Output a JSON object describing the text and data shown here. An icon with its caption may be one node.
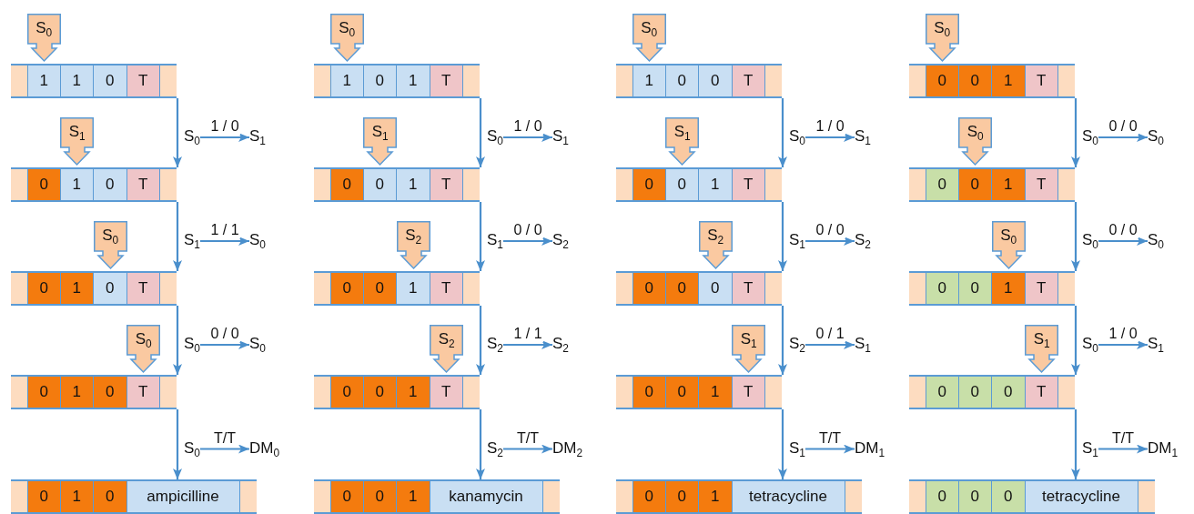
{
  "diagram": {
    "nodes": [
      {
        "text": [
          "S$_{0}$"
        ]
      },
      {
        "text": [],
        "shape": "bar"
      },
      {
        "text": [
          "1"
        ],
        "in": 1
      },
      {
        "text": [
          "1"
        ],
        "in": 1
      },
      {
        "text": [
          "0"
        ],
        "in": 1
      },
      {
        "text": [
          "T"
        ],
        "in": 1
      },
      {
        "text": [
          "S$_{0}$"
        ]
      },
      {
        "text": [
          "S$_{1}$"
        ]
      },
      {
        "text": [
          "S$_{1}$"
        ]
      },
      {
        "text": [],
        "shape": "bar"
      },
      {
        "text": [
          "0"
        ],
        "in": 9
      },
      {
        "text": [
          "1"
        ],
        "in": 9
      },
      {
        "text": [
          "0"
        ],
        "in": 9
      },
      {
        "text": [
          "T"
        ],
        "in": 9
      },
      {
        "text": [
          "S$_{1}$"
        ]
      },
      {
        "text": [
          "S$_{0}$"
        ]
      },
      {
        "text": [
          "S$_{0}$"
        ]
      },
      {
        "text": [],
        "shape": "bar"
      },
      {
        "text": [
          "0"
        ],
        "in": 17
      },
      {
        "text": [
          "1"
        ],
        "in": 17
      },
      {
        "text": [
          "0"
        ],
        "in": 17
      },
      {
        "text": [
          "T"
        ],
        "in": 17
      },
      {
        "text": [
          "S$_{0}$"
        ]
      },
      {
        "text": [
          "S$_{0}$"
        ]
      },
      {
        "text": [
          "S$_{0}$"
        ]
      },
      {
        "text": [],
        "shape": "bar"
      },
      {
        "text": [
          "0"
        ],
        "in": 25
      },
      {
        "text": [
          "1"
        ],
        "in": 25
      },
      {
        "text": [
          "0"
        ],
        "in": 25
      },
      {
        "text": [
          "T"
        ],
        "in": 25
      },
      {
        "text": [
          "S$_{0}$"
        ]
      },
      {
        "text": [
          "DM$_{0}$"
        ]
      },
      {
        "text": [],
        "shape": "bar"
      },
      {
        "text": [
          "0"
        ],
        "in": 32
      },
      {
        "text": [
          "1"
        ],
        "in": 32
      },
      {
        "text": [
          "0"
        ],
        "in": 32
      },
      {
        "text": [
          "ampicilline"
        ],
        "in": 32
      },
      {
        "text": [
          "S$_{0}$"
        ]
      },
      {
        "text": [],
        "shape": "bar"
      },
      {
        "text": [
          "1"
        ],
        "in": 38
      },
      {
        "text": [
          "0"
        ],
        "in": 38
      },
      {
        "text": [
          "1"
        ],
        "in": 38
      },
      {
        "text": [
          "T"
        ],
        "in": 38
      },
      {
        "text": [
          "S$_{0}$"
        ]
      },
      {
        "text": [
          "S$_{1}$"
        ]
      },
      {
        "text": [
          "S$_{1}$"
        ]
      },
      {
        "text": [],
        "shape": "bar"
      },
      {
        "text": [
          "0"
        ],
        "in": 46
      },
      {
        "text": [
          "0"
        ],
        "in": 46
      },
      {
        "text": [
          "1"
        ],
        "in": 46
      },
      {
        "text": [
          "T"
        ],
        "in": 46
      },
      {
        "text": [
          "S$_{1}$"
        ]
      },
      {
        "text": [
          "S$_{2}$"
        ]
      },
      {
        "text": [
          "S$_{2}$"
        ]
      },
      {
        "text": [],
        "shape": "bar"
      },
      {
        "text": [
          "0"
        ],
        "in": 54
      },
      {
        "text": [
          "0"
        ],
        "in": 54
      },
      {
        "text": [
          "1"
        ],
        "in": 54
      },
      {
        "text": [
          "T"
        ],
        "in": 54
      },
      {
        "text": [
          "S$_{2}$"
        ]
      },
      {
        "text": [
          "S$_{2}$"
        ]
      },
      {
        "text": [
          "S$_{2}$"
        ]
      },
      {
        "text": [],
        "shape": "bar"
      },
      {
        "text": [
          "0"
        ],
        "in": 62
      },
      {
        "text": [
          "0"
        ],
        "in": 62
      },
      {
        "text": [
          "1"
        ],
        "in": 62
      },
      {
        "text": [
          "T"
        ],
        "in": 62
      },
      {
        "text": [
          "S$_{2}$"
        ]
      },
      {
        "text": [
          "DM$_{2}$"
        ]
      },
      {
        "text": [],
        "shape": "bar"
      },
      {
        "text": [
          "0"
        ],
        "in": 69
      },
      {
        "text": [
          "0"
        ],
        "in": 69
      },
      {
        "text": [
          "1"
        ],
        "in": 69
      },
      {
        "text": [
          "kanamycin"
        ],
        "in": 69
      },
      {
        "text": [
          "S$_{0}$"
        ]
      },
      {
        "text": [],
        "shape": "bar"
      },
      {
        "text": [
          "1"
        ],
        "in": 75
      },
      {
        "text": [
          "0"
        ],
        "in": 75
      },
      {
        "text": [
          "0"
        ],
        "in": 75
      },
      {
        "text": [
          "T"
        ],
        "in": 75
      },
      {
        "text": [
          "S$_{0}$"
        ]
      },
      {
        "text": [
          "S$_{1}$"
        ]
      },
      {
        "text": [
          "S$_{1}$"
        ]
      },
      {
        "text": [],
        "shape": "bar"
      },
      {
        "text": [
          "0"
        ],
        "in": 83
      },
      {
        "text": [
          "0"
        ],
        "in": 83
      },
      {
        "text": [
          "1"
        ],
        "in": 83
      },
      {
        "text": [
          "T"
        ],
        "in": 83
      },
      {
        "text": [
          "S$_{1}$"
        ]
      },
      {
        "text": [
          "S$_{2}$"
        ]
      },
      {
        "text": [
          "S$_{2}$"
        ]
      },
      {
        "text": [],
        "shape": "bar"
      },
      {
        "text": [
          "0"
        ],
        "in": 91
      },
      {
        "text": [
          "0"
        ],
        "in": 91
      },
      {
        "text": [
          "0"
        ],
        "in": 91
      },
      {
        "text": [
          "T"
        ],
        "in": 91
      },
      {
        "text": [
          "S$_{2}$"
        ]
      },
      {
        "text": [
          "S$_{1}$"
        ]
      },
      {
        "text": [
          "S$_{1}$"
        ]
      },
      {
        "text": [],
        "shape": "bar"
      },
      {
        "text": [
          "0"
        ],
        "in": 99
      },
      {
        "text": [
          "0"
        ],
        "in": 99
      },
      {
        "text": [
          "1"
        ],
        "in": 99
      },
      {
        "text": [
          "T"
        ],
        "in": 99
      },
      {
        "text": [
          "S$_{1}$"
        ]
      },
      {
        "text": [
          "DM$_{1}$"
        ]
      },
      {
        "text": [],
        "shape": "bar"
      },
      {
        "text": [
          "0"
        ],
        "in": 106
      },
      {
        "text": [
          "0"
        ],
        "in": 106
      },
      {
        "text": [
          "1"
        ],
        "in": 106
      },
      {
        "text": [
          "tetracycline"
        ],
        "in": 106
      },
      {
        "text": [
          "S$_{0}$"
        ]
      },
      {
        "text": [],
        "shape": "bar"
      },
      {
        "text": [
          "0"
        ],
        "in": 112
      },
      {
        "text": [
          "0"
        ],
        "in": 112
      },
      {
        "text": [
          "1"
        ],
        "in": 112
      },
      {
        "text": [
          "T"
        ],
        "in": 112
      },
      {
        "text": [
          "S$_{0}$"
        ]
      },
      {
        "text": [
          "S$_{0}$"
        ]
      },
      {
        "text": [
          "S$_{0}$"
        ]
      },
      {
        "text": [],
        "shape": "bar"
      },
      {
        "text": [
          "0"
        ],
        "in": 120
      },
      {
        "text": [
          "0"
        ],
        "in": 120
      },
      {
        "text": [
          "1"
        ],
        "in": 120
      },
      {
        "text": [
          "T"
        ],
        "in": 120
      },
      {
        "text": [
          "S$_{0}$"
        ]
      },
      {
        "text": [
          "S$_{0}$"
        ]
      },
      {
        "text": [
          "S$_{0}$"
        ]
      },
      {
        "text": [],
        "shape": "bar"
      },
      {
        "text": [
          "0"
        ],
        "in": 128
      },
      {
        "text": [
          "0"
        ],
        "in": 128
      },
      {
        "text": [
          "1"
        ],
        "in": 128
      },
      {
        "text": [
          "T"
        ],
        "in": 128
      },
      {
        "text": [
          "S$_{0}$"
        ]
      },
      {
        "text": [
          "S$_{1}$"
        ]
      },
      {
        "text": [
          "S$_{1}$"
        ]
      },
      {
        "text": [],
        "shape": "bar"
      },
      {
        "text": [
          "0"
        ],
        "in": 136
      },
      {
        "text": [
          "0"
        ],
        "in": 136
      },
      {
        "text": [
          "0"
        ],
        "in": 136
      },
      {
        "text": [
          "T"
        ],
        "in": 136
      },
      {
        "text": [
          "S$_{1}$"
        ]
      },
      {
        "text": [
          "DM$_{1}$"
        ]
      },
      {
        "text": [],
        "shape": "bar"
      },
      {
        "text": [
          "0"
        ],
        "in": 143
      },
      {
        "text": [
          "0"
        ],
        "in": 143
      },
      {
        "text": [
          "0"
        ],
        "in": 143
      },
      {
        "text": [
          "tetracycline"
        ],
        "in": 143
      }
    ],
    "edges": [
      {
        "from": 1,
        "to": 9,
        "arrow": "to"
      },
      {
        "from": 6,
        "to": 7,
        "arrow": "to",
        "label": "1 / 0"
      },
      {
        "from": 9,
        "to": 17,
        "arrow": "to"
      },
      {
        "from": 14,
        "to": 15,
        "arrow": "to",
        "label": "1 / 1"
      },
      {
        "from": 17,
        "to": 25,
        "arrow": "to"
      },
      {
        "from": 22,
        "to": 23,
        "arrow": "to",
        "label": "0 / 0"
      },
      {
        "from": 25,
        "to": 32,
        "arrow": "to"
      },
      {
        "from": 30,
        "to": 31,
        "arrow": "to",
        "label": "T/T"
      },
      {
        "from": 38,
        "to": 46,
        "arrow": "to"
      },
      {
        "from": 43,
        "to": 44,
        "arrow": "to",
        "label": "1 / 0"
      },
      {
        "from": 46,
        "to": 54,
        "arrow": "to"
      },
      {
        "from": 51,
        "to": 52,
        "arrow": "to",
        "label": "0 / 0"
      },
      {
        "from": 54,
        "to": 62,
        "arrow": "to"
      },
      {
        "from": 59,
        "to": 60,
        "arrow": "to",
        "label": "1 / 1"
      },
      {
        "from": 62,
        "to": 69,
        "arrow": "to"
      },
      {
        "from": 67,
        "to": 68,
        "arrow": "to",
        "label": "T/T"
      },
      {
        "from": 75,
        "to": 83,
        "arrow": "to"
      },
      {
        "from": 80,
        "to": 81,
        "arrow": "to",
        "label": "1 / 0"
      },
      {
        "from": 83,
        "to": 91,
        "arrow": "to"
      },
      {
        "from": 88,
        "to": 89,
        "arrow": "to",
        "label": "0 / 0"
      },
      {
        "from": 91,
        "to": 99,
        "arrow": "to"
      },
      {
        "from": 96,
        "to": 97,
        "arrow": "to",
        "label": "0 / 1"
      },
      {
        "from": 99,
        "to": 106,
        "arrow": "to"
      },
      {
        "from": 104,
        "to": 105,
        "arrow": "to",
        "label": "T/T"
      },
      {
        "from": 112,
        "to": 120,
        "arrow": "to"
      },
      {
        "from": 117,
        "to": 118,
        "arrow": "to",
        "label": "0 / 0"
      },
      {
        "from": 120,
        "to": 128,
        "arrow": "to"
      },
      {
        "from": 125,
        "to": 126,
        "arrow": "to",
        "label": "0 / 0"
      },
      {
        "from": 128,
        "to": 136,
        "arrow": "to"
      },
      {
        "from": 133,
        "to": 134,
        "arrow": "to",
        "label": "1 / 0"
      },
      {
        "from": 136,
        "to": 143,
        "arrow": "to"
      },
      {
        "from": 141,
        "to": 142,
        "arrow": "to",
        "label": "T/T"
      }
    ]
  }
}
